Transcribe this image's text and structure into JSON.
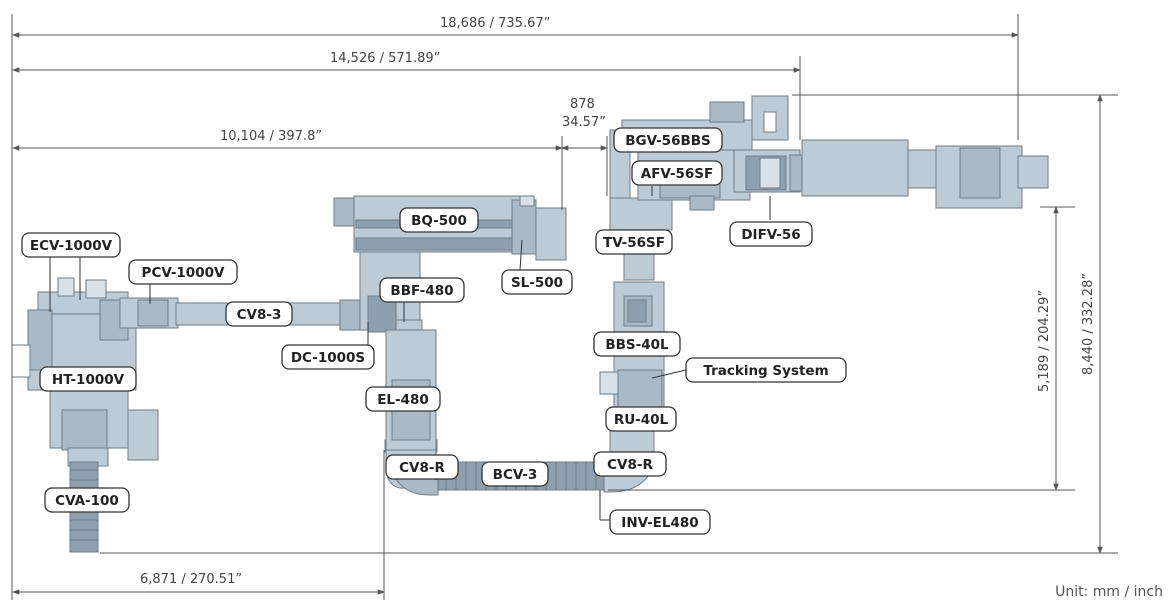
{
  "colors": {
    "machine_fill": "#bccbd6",
    "machine_stroke": "#6e7d88",
    "machine_dark": "#8ea0ad",
    "dim_line": "#555555",
    "label_border": "#333333",
    "label_bg": "#ffffff"
  },
  "dimensions": {
    "overall_width": "18,686 / 735.67”",
    "width_to_difv": "14,526 / 571.89”",
    "width_to_sl": "10,104 / 397.8”",
    "gap_mm": "878",
    "gap_in": "34.57”",
    "left_to_el": "6,871 / 270.51”",
    "height_right": "5,189 / 204.29”",
    "height_total": "8,440 / 332.28”"
  },
  "labels": {
    "ecv": "ECV-1000V",
    "pcv": "PCV-1000V",
    "cv83": "CV8-3",
    "dc": "DC-1000S",
    "ht": "HT-1000V",
    "cva": "CVA-100",
    "bq": "BQ-500",
    "bbf": "BBF-480",
    "sl": "SL-500",
    "el": "EL-480",
    "cv8r_left": "CV8-R",
    "bcv": "BCV-3",
    "cv8r_right": "CV8-R",
    "inv": "INV-EL480",
    "bgv": "BGV-56BBS",
    "afv": "AFV-56SF",
    "tv": "TV-56SF",
    "difv": "DIFV-56",
    "bbs": "BBS-40L",
    "tracking": "Tracking System",
    "ru": "RU-40L"
  },
  "unit_note": "Unit: mm / inch"
}
